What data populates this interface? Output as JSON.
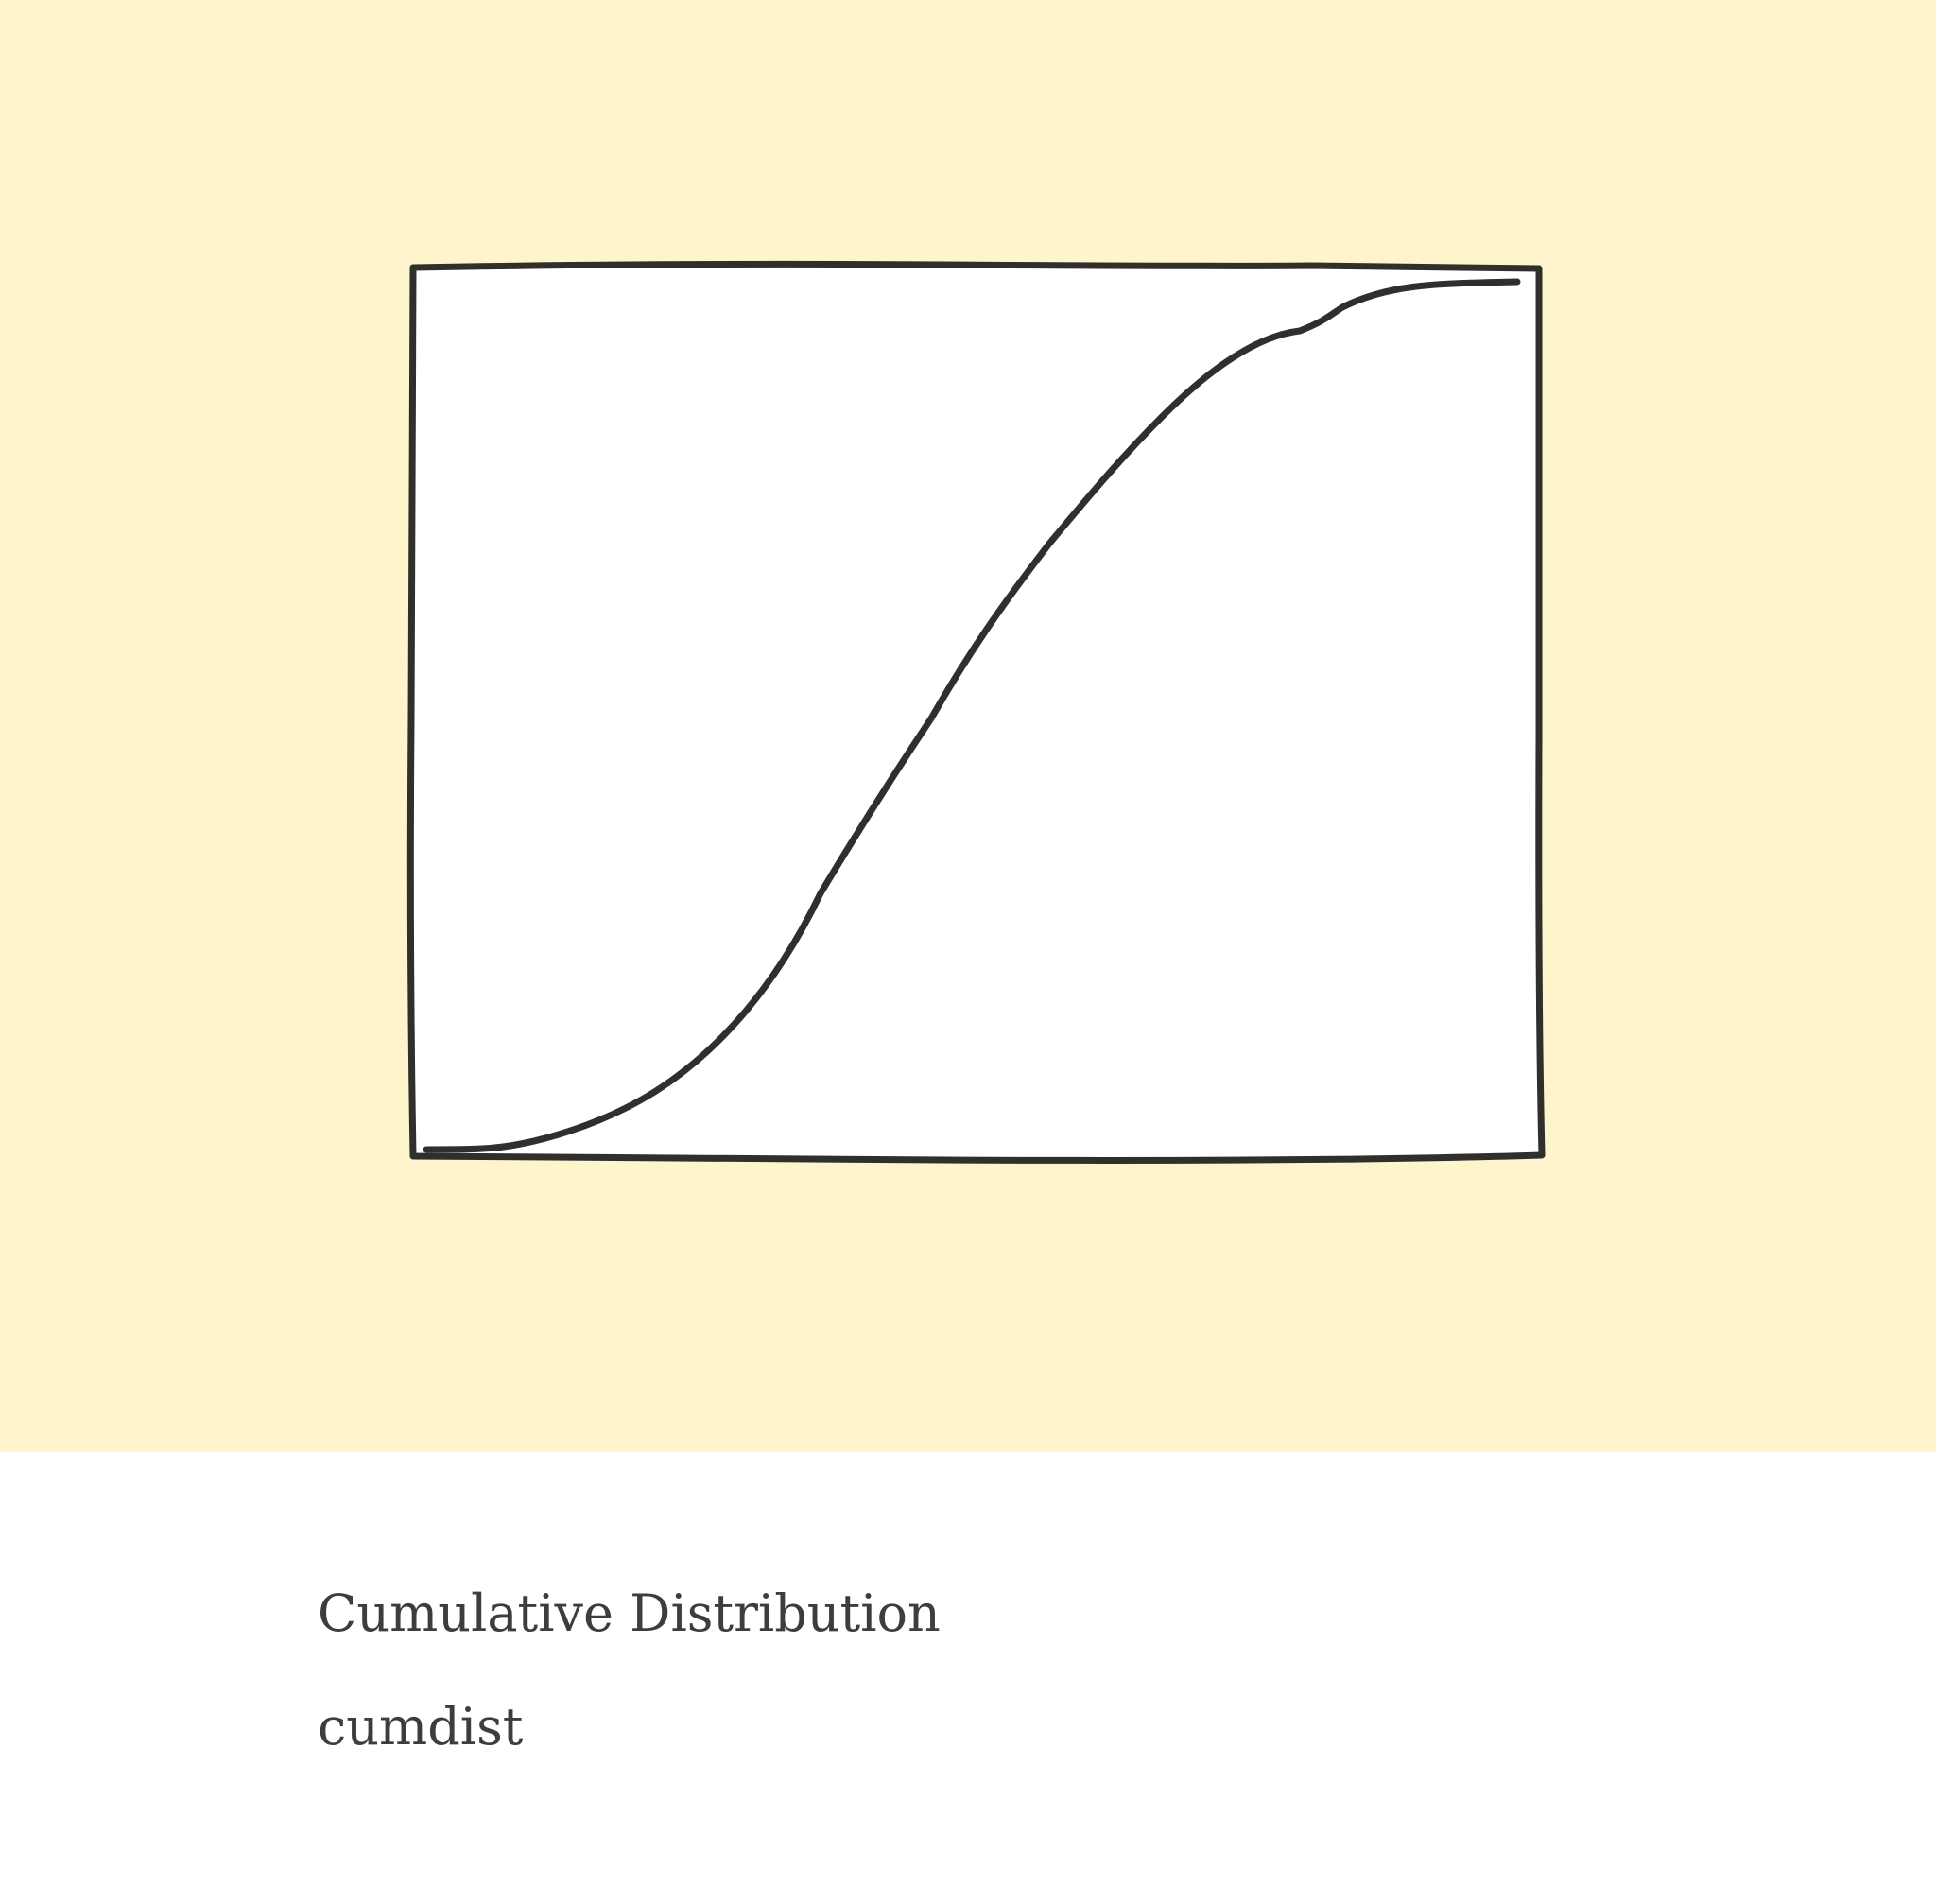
{
  "card": {
    "title": "Cumulative Distribution",
    "slug": "cumdist"
  },
  "illustration": {
    "subject": "cumulative-distribution-curve",
    "background_color": "#fef5cd",
    "frame_fill": "#ffffff",
    "stroke_color": "#2f2f2b"
  }
}
